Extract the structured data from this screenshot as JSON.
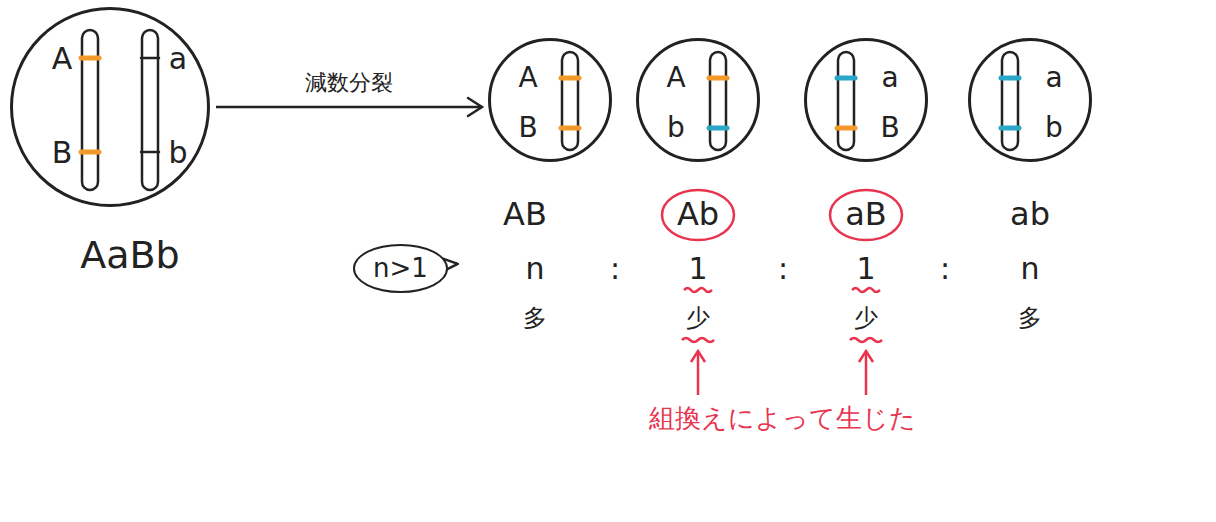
{
  "diagram": {
    "nodes": [
      {
        "text": [
          "A",
          "B",
          "a",
          "b"
        ]
      },
      {
        "text": [
          "A",
          "B"
        ]
      },
      {
        "text": [
          "A",
          "b"
        ]
      },
      {
        "text": [
          "a",
          "B"
        ]
      },
      {
        "text": [
          "a",
          "b"
        ]
      },
      {
        "text": [
          "n>1"
        ]
      }
    ],
    "edges": [
      {
        "from": 0,
        "to": 1,
        "arrow": "to",
        "label": "減数分裂"
      }
    ],
    "labels": [
      "AaBb",
      "AB",
      "Ab",
      "aB",
      "ab",
      "n",
      ":",
      "1",
      ":",
      "1",
      ":",
      "n",
      "多",
      "少",
      "少",
      "多",
      "組換えによって生じた"
    ]
  }
}
